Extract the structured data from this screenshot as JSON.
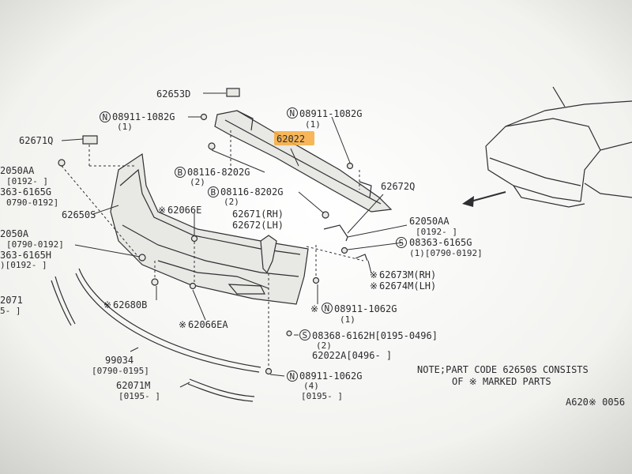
{
  "labels": {
    "l62653D": "62653D",
    "lN08911_top_left": "08911-1082G",
    "lN08911_top_left_q": "(1)",
    "lN08911_top_right": "08911-1082G",
    "lN08911_top_right_q": "(1)",
    "l62022": "62022",
    "l62671Q": "62671Q",
    "l2050AA": "2050AA",
    "l0192_left": "[0192-    ]",
    "l363_6165G": "363-6165G",
    "l0790_0192_left": "0790-0192]",
    "l62650S": "62650S",
    "lB08116_a": "08116-8202G",
    "lB08116_a_q": "(2)",
    "lB08116_b": "08116-8202G",
    "lB08116_b_q": "(2)",
    "l62672Q": "62672Q",
    "l62066E": "62066E",
    "l62671RH": "62671(RH)",
    "l62672LH": "62672(LH)",
    "l62050AA_r": "62050AA",
    "l0192_r": "[0192-    ]",
    "lS08363": "08363-6165G",
    "l1_0790_0192": "(1)[0790-0192]",
    "l2050A": "2050A",
    "l0790_0192_b": "[0790-0192]",
    "l363_6165H": "363-6165H",
    "l2_0192": ")[0192-    ]",
    "l62673M": "62673M(RH)",
    "l62674M": "62674M(LH)",
    "l2071": "2071",
    "l5_dash": "5-    ]",
    "l62680B": "62680B",
    "lN08911_1062_a": "08911-1062G",
    "lN08911_1062_a_q": "(1)",
    "l62066EA": "62066EA",
    "lS08368": "08368-6162H[0195-0496]",
    "lS08368_q": "(2)",
    "l62022A": "62022A[0496-     ]",
    "l99034": "99034",
    "l0790_0195": "[0790-0195]",
    "l62071M": "62071M",
    "l0195_a": "[0195-    ]",
    "lN08911_1062_b": "08911-1062G",
    "lN08911_1062_b_q": "(4)",
    "l0195_b": "[0195-    ]",
    "note1": "NOTE;PART CODE 62650S CONSISTS",
    "note2": "OF ※ MARKED PARTS",
    "ref": "A620※ 0056"
  },
  "glyphs": {
    "N": "N",
    "B": "B",
    "S": "S",
    "star": "※"
  },
  "colors": {
    "highlight": "#f6a93c",
    "ink": "#2b2b2e",
    "paper": "#d9dad7"
  }
}
